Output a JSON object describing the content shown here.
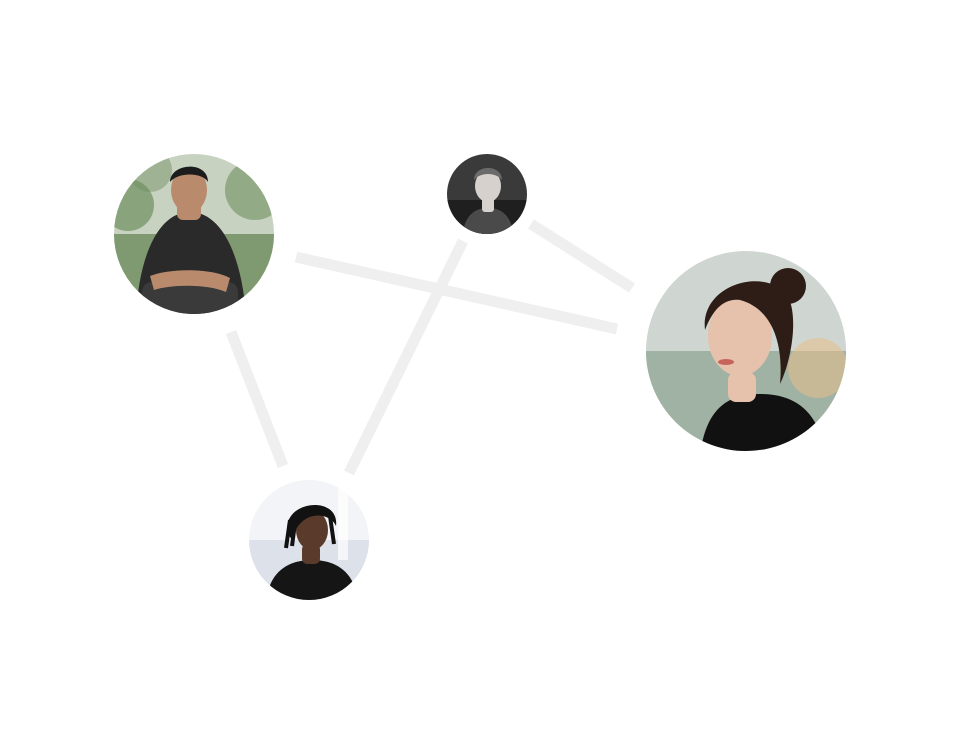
{
  "graph": {
    "edge_color": "#efefef",
    "nodes": [
      {
        "id": "man-sitting",
        "kind": "avatar-photo",
        "palette": {
          "bg_top": "#c7d2c0",
          "bg_bottom": "#7f9a70",
          "foliage": "#6f8f5f",
          "skin": "#b98b6c",
          "hair": "#1c1c1c",
          "shirt": "#2a2a2a",
          "pants": "#3a3a3a"
        }
      },
      {
        "id": "woman-short-hair",
        "kind": "avatar-photo",
        "palette": {
          "bg_top": "#3a3a3a",
          "bg_bottom": "#1f1f1f",
          "skin": "#d6d1cc",
          "hair": "#6b6b6b",
          "shirt": "#4a4a4a"
        }
      },
      {
        "id": "woman-bun",
        "kind": "avatar-photo",
        "palette": {
          "bg_top": "#cfd6d1",
          "bg_bottom": "#9fb2a3",
          "accent": "#e7bf8a",
          "skin": "#e6c2ad",
          "hair": "#2d1d16",
          "shirt": "#111111",
          "lips": "#c7655d"
        }
      },
      {
        "id": "man-dreadlocks",
        "kind": "avatar-photo",
        "palette": {
          "bg_top": "#f3f4f8",
          "bg_bottom": "#dde1ea",
          "skin": "#5a3a2a",
          "hair": "#121212",
          "shirt": "#151515"
        }
      }
    ],
    "edges": [
      {
        "from": "man-sitting",
        "to": "woman-bun"
      },
      {
        "from": "man-sitting",
        "to": "man-dreadlocks"
      },
      {
        "from": "woman-short-hair",
        "to": "woman-bun"
      },
      {
        "from": "woman-short-hair",
        "to": "man-dreadlocks"
      }
    ]
  }
}
